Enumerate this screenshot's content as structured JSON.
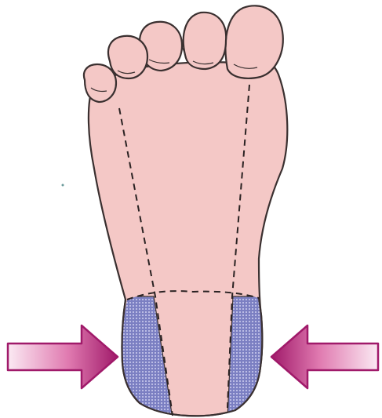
{
  "figure": {
    "subject": "foot-sole-plantar-view",
    "colors": {
      "skin": "#f4c8c6",
      "outline": "#3a3030",
      "heel_pad_fill": "#7b7fc2",
      "heel_pad_dots": "#e9e9ff",
      "arrow_dark": "#a01a6a",
      "arrow_light": "#fbeaf3",
      "background": "#ffffff"
    },
    "arrows": [
      {
        "direction": "right",
        "icon": "arrow-right-icon"
      },
      {
        "direction": "left",
        "icon": "arrow-left-icon"
      }
    ]
  }
}
